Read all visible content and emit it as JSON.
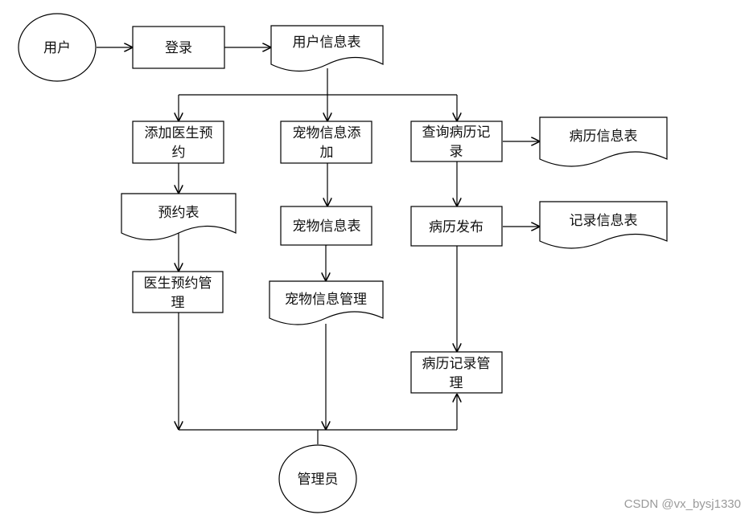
{
  "nodes": {
    "user": "用户",
    "login": "登录",
    "user_info_table": "用户信息表",
    "add_doctor_appointment": [
      "添加医生预",
      "约"
    ],
    "pet_info_add": [
      "宠物信息添",
      "加"
    ],
    "query_medical_record": [
      "查询病历记",
      "录"
    ],
    "medical_info_table": "病历信息表",
    "appointment_table": "预约表",
    "pet_info_table": "宠物信息表",
    "medical_publish": "病历发布",
    "record_info_table": "记录信息表",
    "doctor_appointment_mgmt": [
      "医生预约管",
      "理"
    ],
    "pet_info_mgmt": "宠物信息管理",
    "medical_record_mgmt": [
      "病历记录管",
      "理"
    ],
    "admin": "管理员"
  },
  "watermark": "CSDN @vx_bysj1330"
}
